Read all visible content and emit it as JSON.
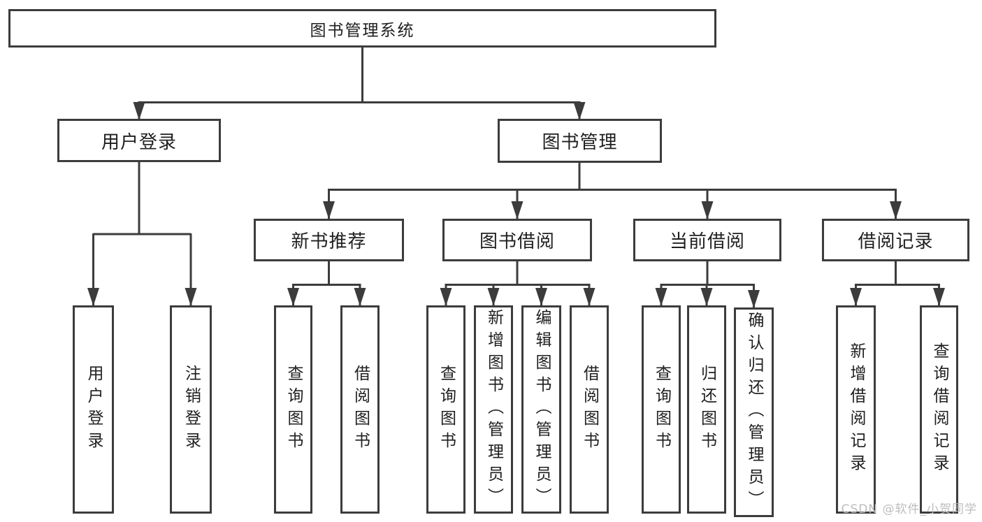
{
  "diagram": {
    "title": "图书管理系统",
    "tree": {
      "label": "图书管理系统",
      "children": [
        {
          "label": "用户登录",
          "children": [
            {
              "label": "用户登录"
            },
            {
              "label": "注销登录"
            }
          ]
        },
        {
          "label": "图书管理",
          "children": [
            {
              "label": "新书推荐",
              "children": [
                {
                  "label": "查询图书"
                },
                {
                  "label": "借阅图书"
                }
              ]
            },
            {
              "label": "图书借阅",
              "children": [
                {
                  "label": "查询图书"
                },
                {
                  "label": "新增图书（管理员）"
                },
                {
                  "label": "编辑图书（管理员）"
                },
                {
                  "label": "借阅图书"
                }
              ]
            },
            {
              "label": "当前借阅",
              "children": [
                {
                  "label": "查询图书"
                },
                {
                  "label": "归还图书"
                },
                {
                  "label": "确认归还（管理员）"
                }
              ]
            },
            {
              "label": "借阅记录",
              "children": [
                {
                  "label": "新增借阅记录"
                },
                {
                  "label": "查询借阅记录"
                }
              ]
            }
          ]
        }
      ]
    }
  },
  "watermark": {
    "text": "CSDN @软件_小贺同学"
  },
  "colors": {
    "line": "#3c3c3c",
    "text": "#1f1f1f",
    "watermark": "#bdbdbd",
    "background": "#ffffff"
  }
}
